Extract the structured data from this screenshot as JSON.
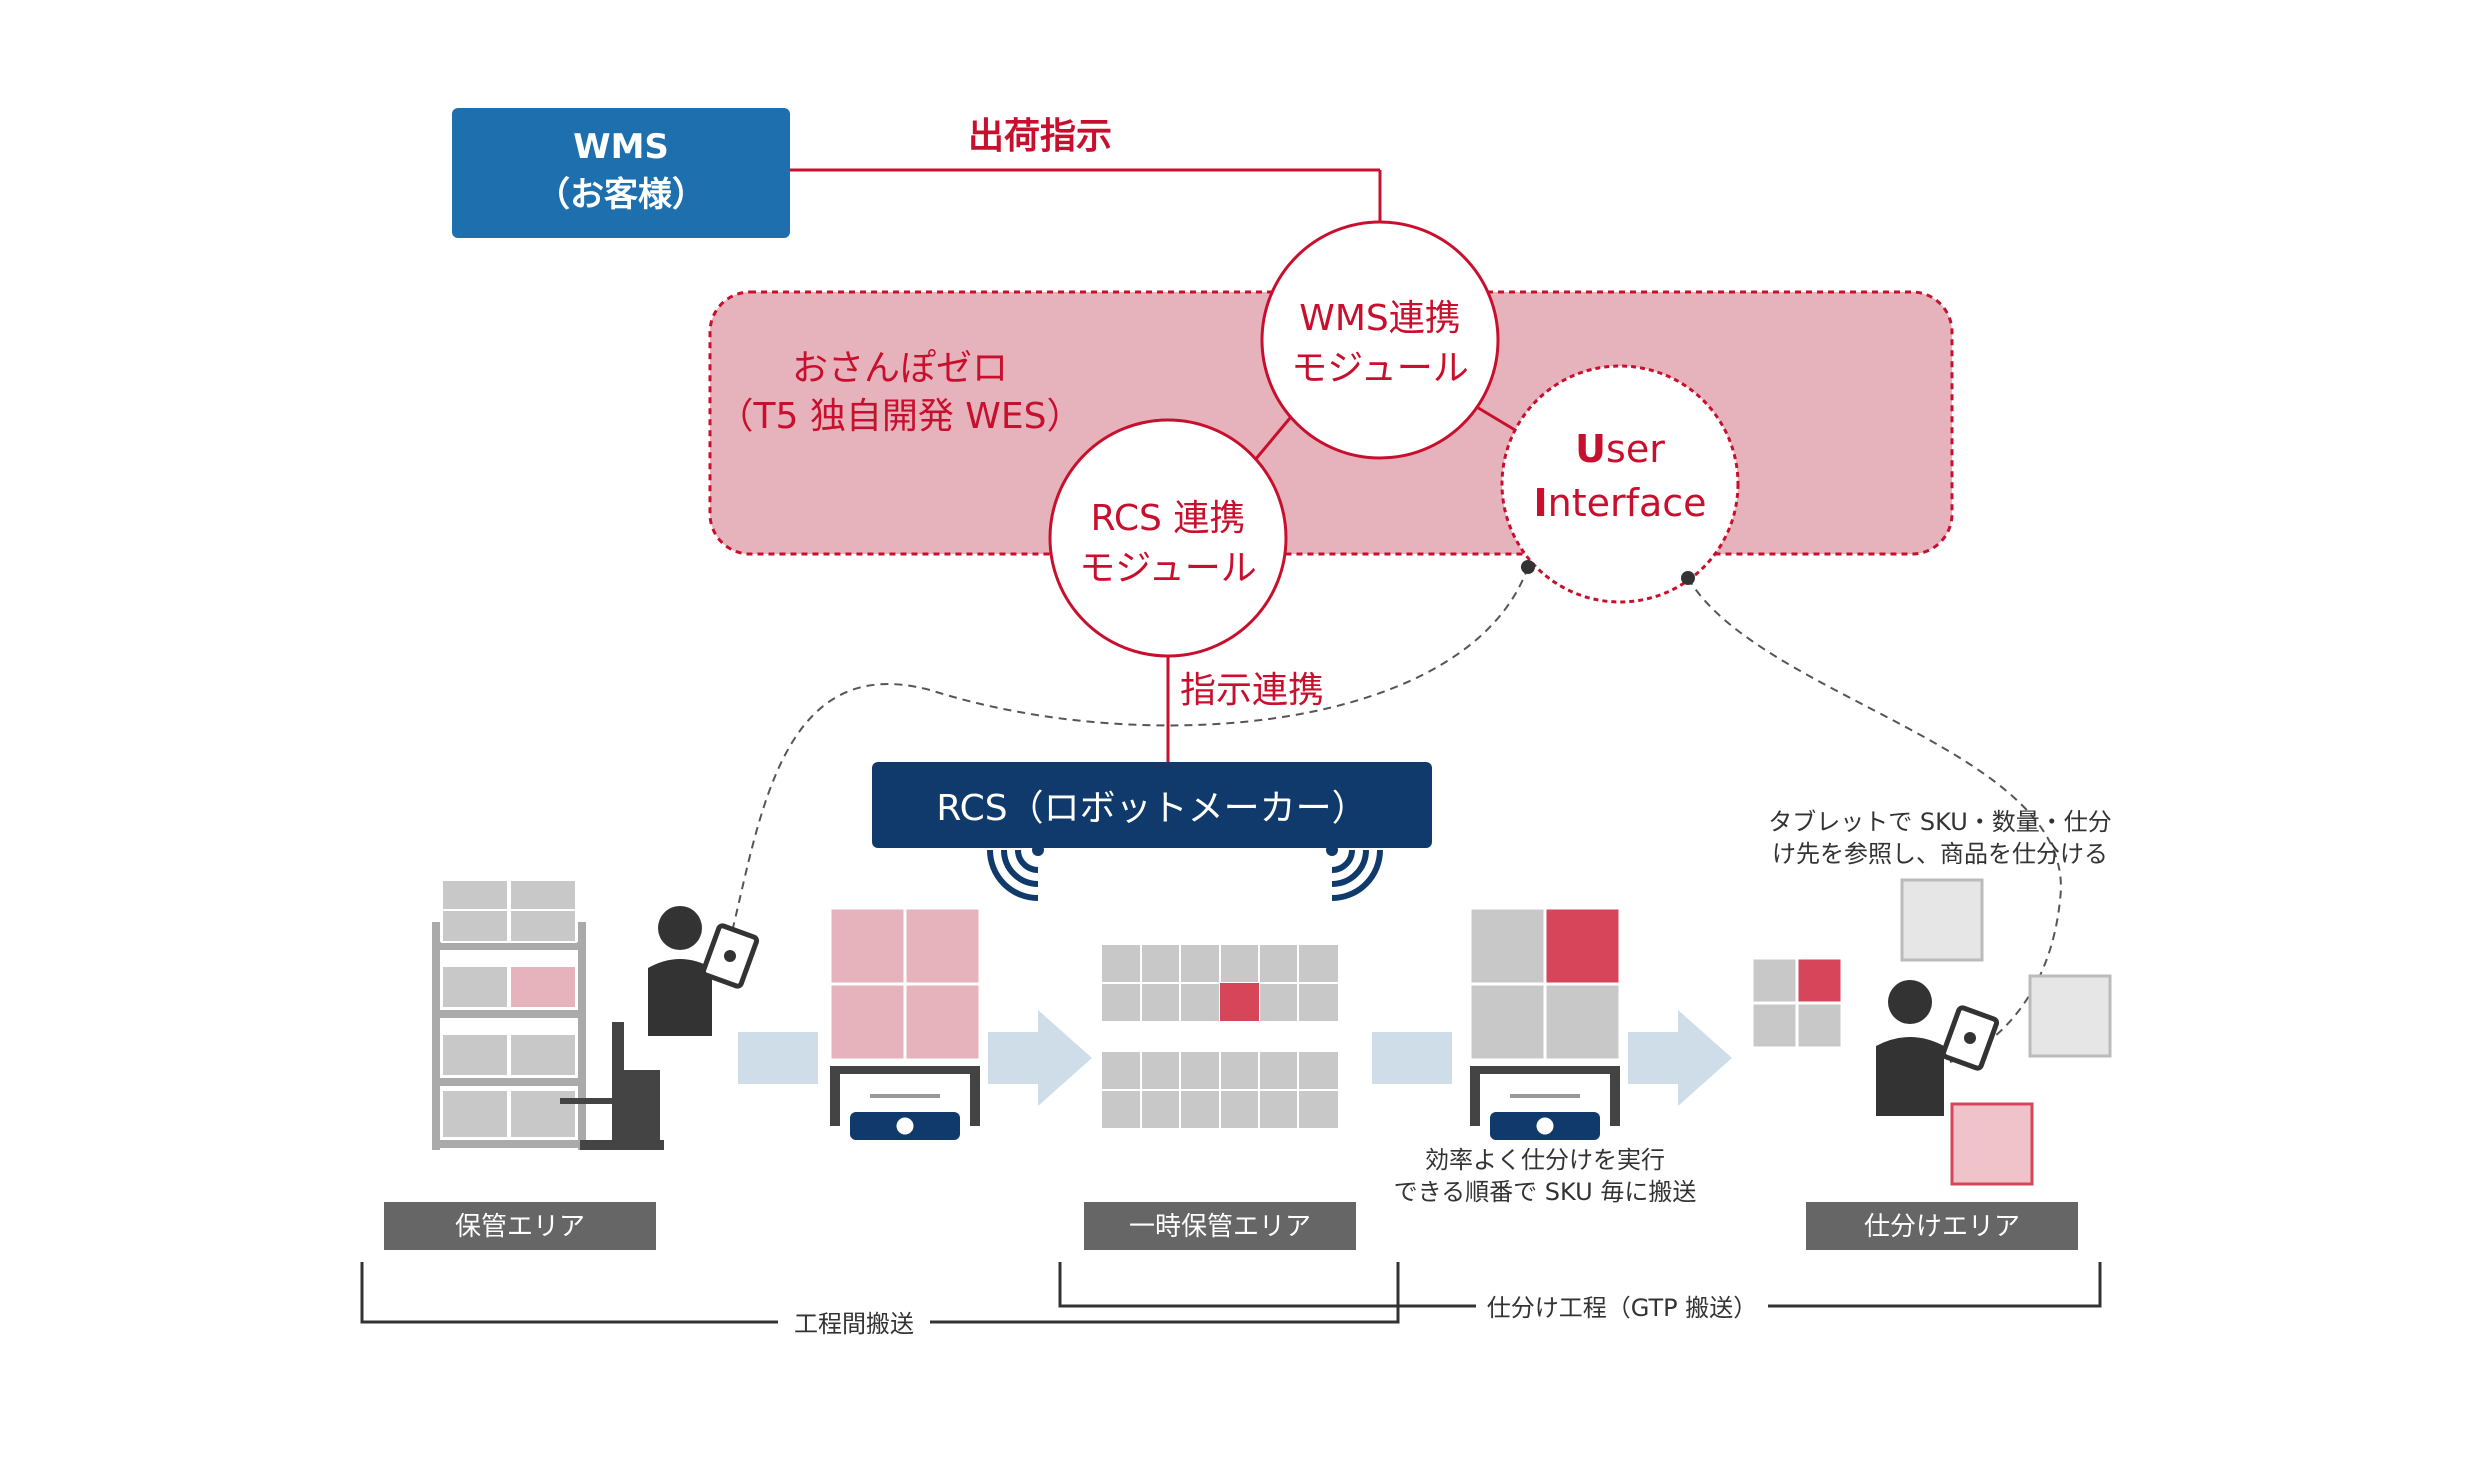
{
  "wms": {
    "line1": "WMS",
    "line2": "（お客様）"
  },
  "shipping_instruction": "出荷指示",
  "wes": {
    "line1": "おさんぽゼロ",
    "line2": "（T5 独自開発 WES）"
  },
  "wms_module": {
    "line1": "WMS連携",
    "line2": "モジュール"
  },
  "rcs_module": {
    "line1": "RCS 連携",
    "line2": "モジュール"
  },
  "user_interface": {
    "u": "U",
    "ser": "ser",
    "i": "I",
    "nterface": "nterface"
  },
  "instruction_link": "指示連携",
  "rcs": {
    "label": "RCS（ロボットメーカー）"
  },
  "tablet_note": {
    "line1": "タブレットで SKU・数量・仕分",
    "line2": "け先を参照し、商品を仕分ける"
  },
  "efficiency_note": {
    "line1": "効率よく仕分けを実行",
    "line2": "できる順番で SKU 毎に搬送"
  },
  "areas": {
    "storage": "保管エリア",
    "temporary": "一時保管エリア",
    "sorting": "仕分けエリア"
  },
  "processes": {
    "inter_process": "工程間搬送",
    "sorting_process": "仕分け工程（GTP 搬送）"
  },
  "colors": {
    "brand_red": "#c8102e",
    "wms_blue": "#1e6fae",
    "rcs_navy": "#0f3a6b",
    "wes_pink": "#e6b3bc",
    "area_gray": "#666666",
    "arrow_blue": "#cfdde8"
  }
}
